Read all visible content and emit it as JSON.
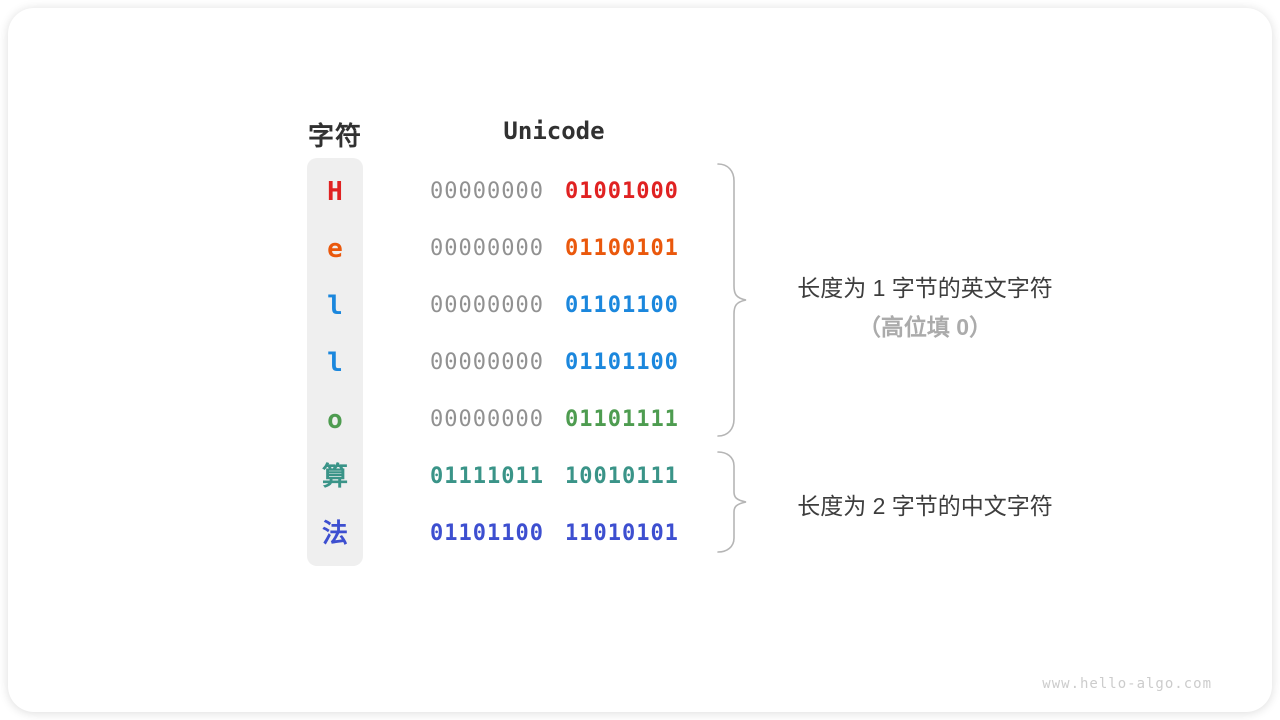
{
  "colors": {
    "red": "#e02222",
    "orange": "#ea580c",
    "blue": "#1b87dd",
    "green": "#4e9c50",
    "teal": "#3a9488",
    "indigo": "#3d4fd0",
    "gray_bits": "#919191",
    "header_text": "#313131",
    "annotation_text": "#3d3d3d",
    "annotation_muted": "#ababab",
    "brace_stroke": "#b5b5b5",
    "char_column_bg": "#efefef",
    "watermark_text": "#cccccc"
  },
  "table": {
    "char_header": "字符",
    "unicode_header": "Unicode",
    "rows": [
      {
        "char": "H",
        "char_color": "#e02222",
        "byte1": "00000000",
        "byte1_color": "#919191",
        "byte1_bold": false,
        "byte2": "01001000",
        "byte2_color": "#e02222"
      },
      {
        "char": "e",
        "char_color": "#ea580c",
        "byte1": "00000000",
        "byte1_color": "#919191",
        "byte1_bold": false,
        "byte2": "01100101",
        "byte2_color": "#ea580c"
      },
      {
        "char": "l",
        "char_color": "#1b87dd",
        "byte1": "00000000",
        "byte1_color": "#919191",
        "byte1_bold": false,
        "byte2": "01101100",
        "byte2_color": "#1b87dd"
      },
      {
        "char": "l",
        "char_color": "#1b87dd",
        "byte1": "00000000",
        "byte1_color": "#919191",
        "byte1_bold": false,
        "byte2": "01101100",
        "byte2_color": "#1b87dd"
      },
      {
        "char": "o",
        "char_color": "#4e9c50",
        "byte1": "00000000",
        "byte1_color": "#919191",
        "byte1_bold": false,
        "byte2": "01101111",
        "byte2_color": "#4e9c50"
      },
      {
        "char": "算",
        "char_color": "#3a9488",
        "byte1": "01111011",
        "byte1_color": "#3a9488",
        "byte1_bold": true,
        "byte2": "10010111",
        "byte2_color": "#3a9488"
      },
      {
        "char": "法",
        "char_color": "#3d4fd0",
        "byte1": "01101100",
        "byte1_color": "#3d4fd0",
        "byte1_bold": true,
        "byte2": "11010101",
        "byte2_color": "#3d4fd0"
      }
    ]
  },
  "annotations": {
    "english_group_line1": "长度为 1 字节的英文字符",
    "english_group_line2": "（高位填 0）",
    "chinese_group_line1": "长度为 2 字节的中文字符"
  },
  "watermark": "www.hello-algo.com"
}
